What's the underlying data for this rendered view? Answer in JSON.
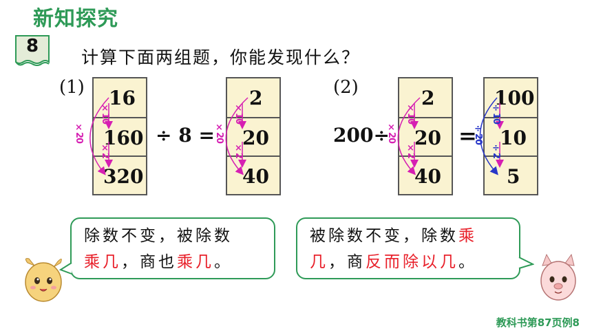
{
  "header": {
    "title": "新知探究"
  },
  "example": {
    "number": "8",
    "question": "计算下面两组题，你能发现什么？"
  },
  "group1": {
    "label": "(1)",
    "left_column": [
      "16",
      "160",
      "320"
    ],
    "operator_text": "÷ 8 =",
    "right_column": [
      "2",
      "20",
      "40"
    ],
    "left_annotations": {
      "step1": "×10",
      "step2": "×2",
      "outer": "×20"
    },
    "right_annotations": {
      "step1": "×10",
      "step2": "×2",
      "outer": "×20"
    }
  },
  "group2": {
    "label": "(2)",
    "prefix_text": "200÷",
    "left_column": [
      "2",
      "20",
      "40"
    ],
    "equals": "=",
    "right_column": [
      "100",
      "10",
      "5"
    ],
    "left_annotations": {
      "step1": "×10",
      "step2": "×2",
      "outer": "×20"
    },
    "right_annotations": {
      "step1": "÷10",
      "step2": "÷2",
      "outer": "÷20"
    }
  },
  "bubble_left": {
    "line1": "除数不变，被除数",
    "line2_a": "乘几",
    "line2_b": "，商也",
    "line2_c": "乘几",
    "line2_d": "。"
  },
  "bubble_right": {
    "line1_a": "被除数不变，除数",
    "line1_b": "乘",
    "line2_a": "几",
    "line2_b": "，商",
    "line2_c": "反而除以几",
    "line2_d": "。"
  },
  "footer": {
    "text": "教科书第87页例8"
  },
  "colors": {
    "green": "#2e9a57",
    "pink": "#d61fb2",
    "blue": "#2736c8",
    "red": "#e8202a",
    "cell_bg": "#faf3d1"
  },
  "icons": [
    "book-badge-icon",
    "yellow-mascot-icon",
    "pink-mascot-icon"
  ]
}
